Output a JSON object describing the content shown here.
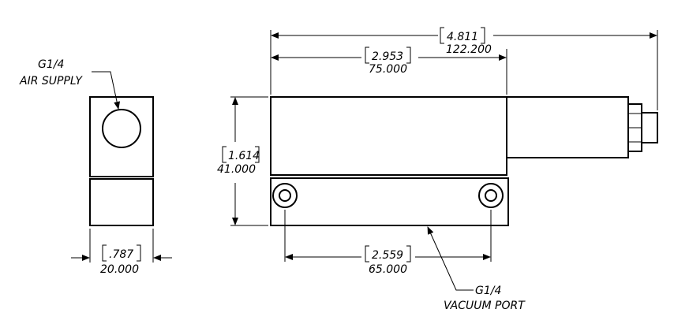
{
  "callouts": {
    "air_supply": {
      "line1": "G1/4",
      "line2": "AIR SUPPLY"
    },
    "vacuum_port": {
      "line1": "G1/4",
      "line2": "VACUUM PORT"
    }
  },
  "dimensions": {
    "overall_length": {
      "inch": "4.811",
      "mm": "122.200"
    },
    "body_length": {
      "inch": "2.953",
      "mm": "75.000"
    },
    "height": {
      "inch": "1.614",
      "mm": "41.000"
    },
    "hole_spacing": {
      "inch": "2.559",
      "mm": "65.000"
    },
    "side_width": {
      "inch": ".787",
      "mm": "20.000"
    }
  }
}
